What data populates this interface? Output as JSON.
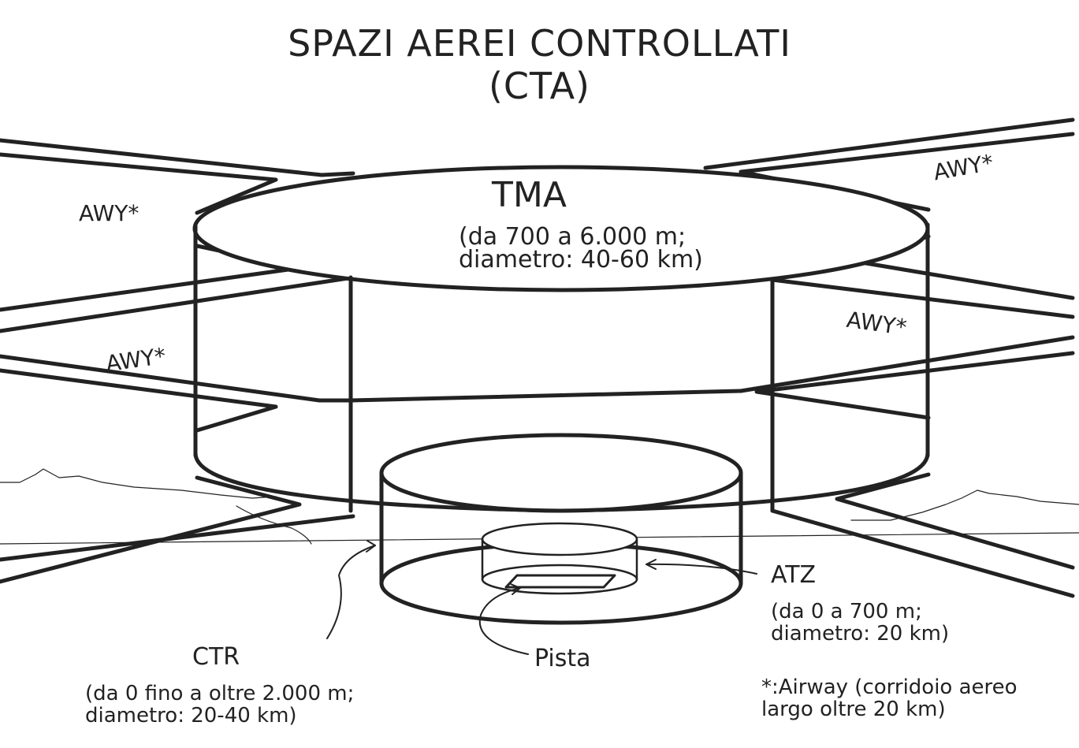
{
  "title": {
    "line1": "SPAZI AEREI CONTROLLATI",
    "line2": "(CTA)"
  },
  "tma": {
    "name": "TMA",
    "line1": "(da 700 a 6.000 m;",
    "line2": "diametro: 40-60 km)"
  },
  "awy_labels": [
    "AWY*",
    "AWY*",
    "AWY*",
    "AWY*"
  ],
  "ctr": {
    "name": "CTR",
    "line1": "(da 0 fino a oltre 2.000 m;",
    "line2": "diametro: 20-40 km)"
  },
  "atz": {
    "name": "ATZ",
    "line1": "(da 0 a 700 m;",
    "line2": "diametro: 20 km)"
  },
  "pista": "Pista",
  "footnote": {
    "line1": "*:Airway (corridoio aereo",
    "line2": "largo oltre 20 km)"
  }
}
